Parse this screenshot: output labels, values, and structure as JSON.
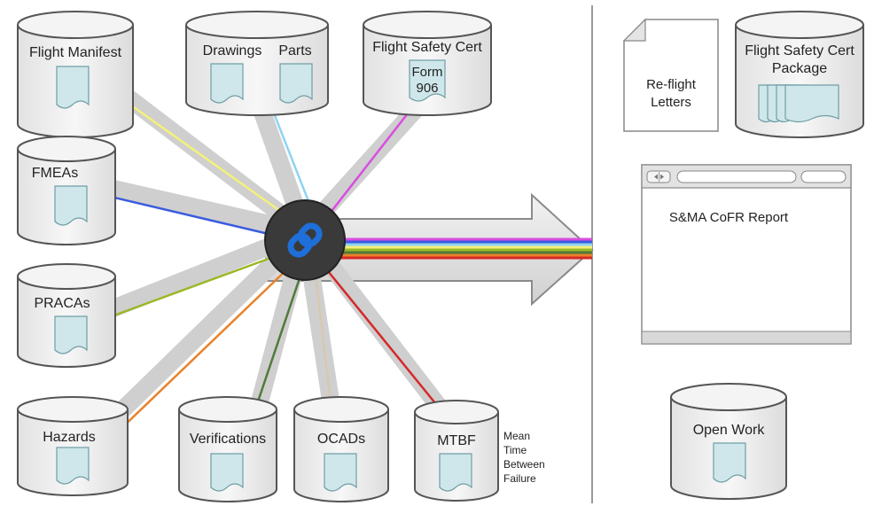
{
  "sources": {
    "flight_manifest": "Flight Manifest",
    "drawings": "Drawings",
    "parts": "Parts",
    "flight_safety_cert": "Flight Safety Cert",
    "form_line1": "Form",
    "form_line2": "906",
    "fmeas": "FMEAs",
    "pracas": "PRACAs",
    "hazards": "Hazards",
    "verifications": "Verifications",
    "ocads": "OCADs",
    "mtbf": "MTBF",
    "mtbf_note": [
      "Mean",
      "Time",
      "Between",
      "Failure"
    ]
  },
  "outputs": {
    "reflight_line1": "Re-flight",
    "reflight_line2": "Letters",
    "package_line1": "Flight Safety Cert",
    "package_line2": "Package",
    "report_title": "S&MA CoFR Report",
    "open_work": "Open Work"
  },
  "colors": {
    "cylinder_fill": "#ececec",
    "cylinder_stroke": "#555555",
    "doc_fill": "#cfe7ea",
    "doc_stroke": "#6f9ea6",
    "beam": "#d4d4d4",
    "hub": "#3a3a3a",
    "link_icon": "#1e6fd9",
    "line_manifest": "#f4f17a",
    "line_drawings": "#8fd3f2",
    "line_form": "#d84ee0",
    "line_fmeas": "#3a5be0",
    "line_pracas": "#9ab826",
    "line_hazards": "#e8822a",
    "line_verifications": "#4f7a3a",
    "line_ocads": "#d8c8b0",
    "line_mtbf": "#d62828"
  },
  "icons": [
    "link-icon",
    "document-icon",
    "browser-back-icon",
    "browser-forward-icon"
  ]
}
